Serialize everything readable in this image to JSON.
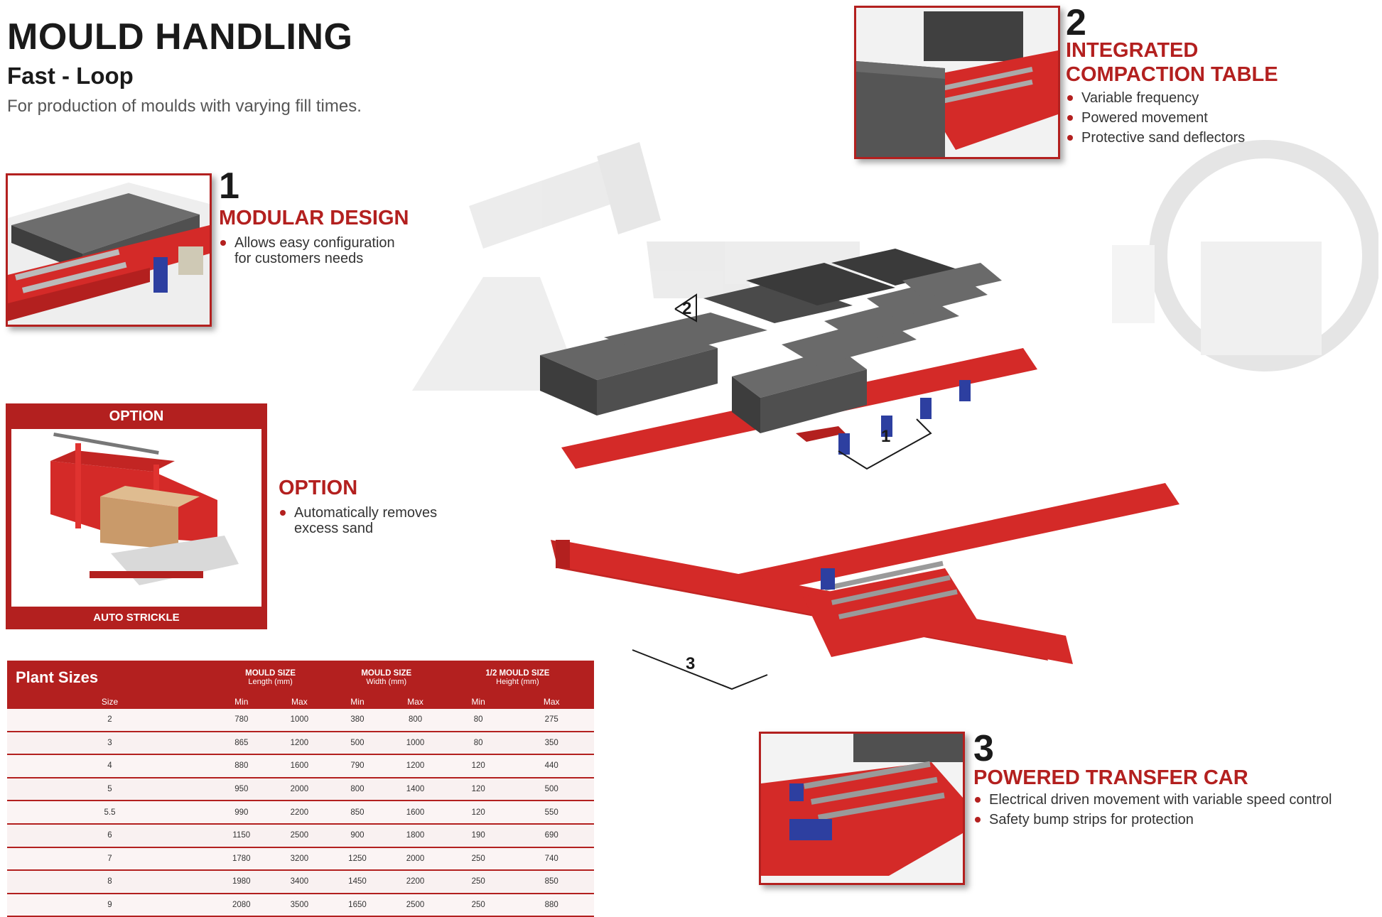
{
  "header": {
    "title": "MOULD HANDLING",
    "subtitle": "Fast - Loop",
    "description": "For production of moulds with varying fill times."
  },
  "features": [
    {
      "number": "1",
      "title": "MODULAR DESIGN",
      "bullets": [
        "Allows easy configuration",
        "for customers needs"
      ]
    },
    {
      "number": "2",
      "title_line1": "INTEGRATED",
      "title_line2": "COMPACTION TABLE",
      "bullets": [
        "Variable frequency",
        "Powered movement",
        "Protective sand deflectors"
      ]
    },
    {
      "number": "3",
      "title": "POWERED TRANSFER CAR",
      "bullets": [
        "Electrical driven movement with variable speed control",
        "Safety bump strips for protection"
      ]
    }
  ],
  "option_panel": {
    "header": "OPTION",
    "footer": "AUTO STRICKLE"
  },
  "option_feature": {
    "title": "OPTION",
    "bullets": [
      "Automatically removes",
      "excess sand"
    ]
  },
  "diagram_callouts": [
    "2",
    "1",
    "3"
  ],
  "colors": {
    "accent": "#b3201f",
    "machine_red": "#d42a28",
    "mould_grey": "#4a4a4a"
  },
  "table": {
    "title": "Plant Sizes",
    "groups": [
      {
        "name": "MOULD SIZE",
        "sub": "Length (mm)"
      },
      {
        "name": "MOULD SIZE",
        "sub": "Width (mm)"
      },
      {
        "name": "1/2 MOULD SIZE",
        "sub": "Height (mm)"
      }
    ],
    "columns": [
      "Size",
      "Min",
      "Max",
      "Min",
      "Max",
      "Min",
      "Max"
    ],
    "rows": [
      [
        "2",
        "780",
        "1000",
        "380",
        "800",
        "80",
        "275"
      ],
      [
        "3",
        "865",
        "1200",
        "500",
        "1000",
        "80",
        "350"
      ],
      [
        "4",
        "880",
        "1600",
        "790",
        "1200",
        "120",
        "440"
      ],
      [
        "5",
        "950",
        "2000",
        "800",
        "1400",
        "120",
        "500"
      ],
      [
        "5.5",
        "990",
        "2200",
        "850",
        "1600",
        "120",
        "550"
      ],
      [
        "6",
        "1150",
        "2500",
        "900",
        "1800",
        "190",
        "690"
      ],
      [
        "7",
        "1780",
        "3200",
        "1250",
        "2000",
        "250",
        "740"
      ],
      [
        "8",
        "1980",
        "3400",
        "1450",
        "2200",
        "250",
        "850"
      ],
      [
        "9",
        "2080",
        "3500",
        "1650",
        "2500",
        "250",
        "880"
      ]
    ]
  }
}
